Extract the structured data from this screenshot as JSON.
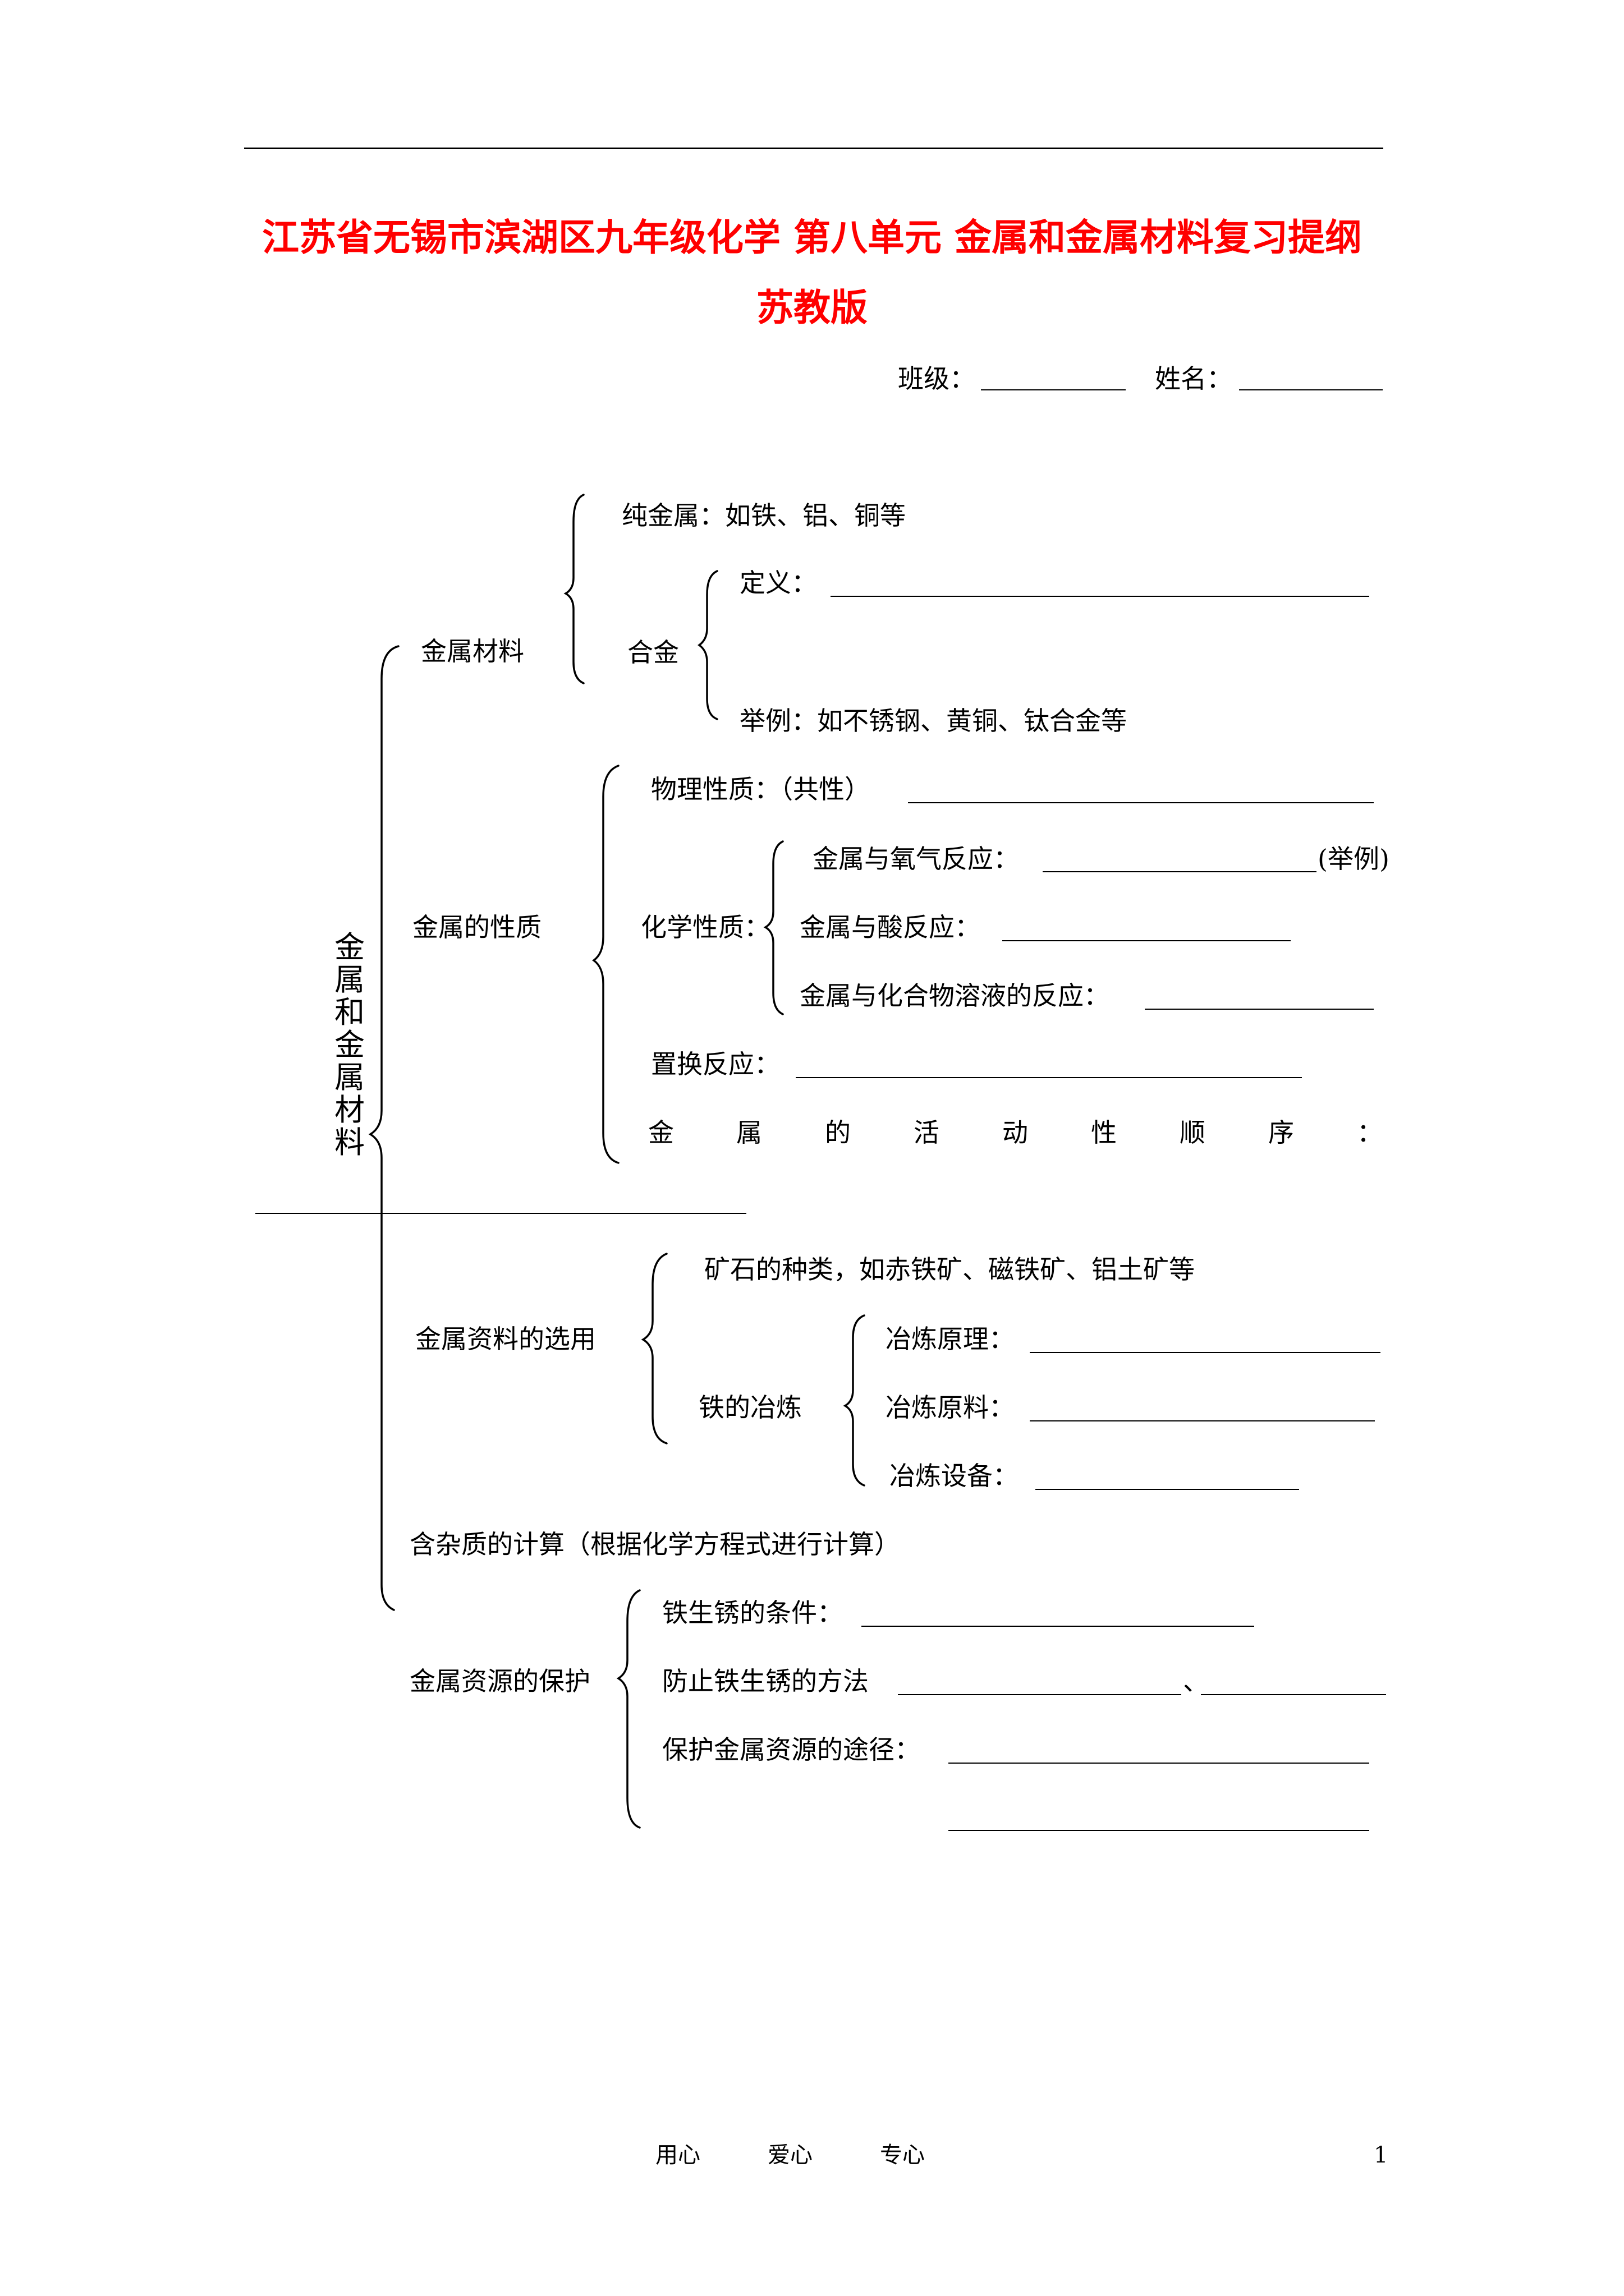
{
  "header": {
    "title_line1": "江苏省无锡市滨湖区九年级化学 第八单元 金属和金属材料复习提纲",
    "title_line2": "苏教版",
    "class_label": "班级：",
    "name_label": "姓名："
  },
  "root": {
    "chars": [
      "金",
      "属",
      "和",
      "金",
      "属",
      "材",
      "料"
    ]
  },
  "materials": {
    "label": "金属材料",
    "pure": "纯金属：如铁、铝、铜等",
    "alloy_label": "合金",
    "alloy_def": "定义：",
    "alloy_example": "举例：如不锈钢、黄铜、钛合金等"
  },
  "properties": {
    "label": "金属的性质",
    "physical": "物理性质：（共性）",
    "chemical_label": "化学性质：",
    "oxygen": "金属与氧气反应：",
    "oxygen_note": "(举例)",
    "acid": "金属与酸反应：",
    "solution": "金属与化合物溶液的反应：",
    "displacement": "置换反应：",
    "activity_chars": [
      "金",
      "属",
      "的",
      "活",
      "动",
      "性",
      "顺",
      "序",
      "："
    ]
  },
  "resources": {
    "label": "金属资料的选用",
    "ores": "矿石的种类，如赤铁矿、磁铁矿、铝土矿等",
    "iron_label": "铁的冶炼",
    "principle": "冶炼原理：",
    "raw": "冶炼原料：",
    "equipment": "冶炼设备："
  },
  "impurity": "含杂质的计算（根据化学方程式进行计算）",
  "protection": {
    "label": "金属资源的保护",
    "rust_cond": "铁生锈的条件：",
    "rust_prevent": "防止铁生锈的方法",
    "sep": "、",
    "ways": "保护金属资源的途径："
  },
  "footer": {
    "mottos": [
      "用心",
      "爱心",
      "专心"
    ],
    "page": "1"
  }
}
